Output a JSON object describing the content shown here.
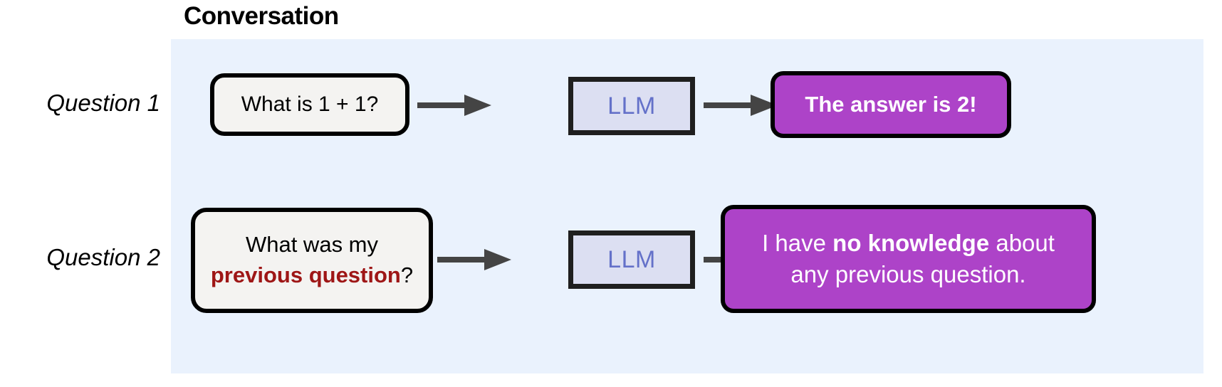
{
  "figure": {
    "title": "Conversation",
    "panel_color": "#eaf2fd",
    "background_color": "#ffffff"
  },
  "colors": {
    "panel": "#eaf2fd",
    "question_bubble": "#f4f3f1",
    "answer_bubble": "#ad43c8",
    "llm_box_fill": "#dcdff2",
    "llm_box_text": "#6471c9",
    "highlight_red": "#9e1616",
    "arrow": "#444444",
    "border": "#000000"
  },
  "rows": [
    {
      "label": "Question 1",
      "question": {
        "text": "What is 1 + 1?"
      },
      "model": {
        "label": "LLM"
      },
      "answer": {
        "text": "The answer is 2!",
        "bold": true
      },
      "arrows": [
        {
          "name": "question-to-llm",
          "direction": "right"
        },
        {
          "name": "llm-to-answer",
          "direction": "right"
        }
      ]
    },
    {
      "label": "Question 2",
      "question": {
        "line1": "What was my",
        "line2_highlight": "previous question",
        "line2_suffix": "?"
      },
      "model": {
        "label": "LLM"
      },
      "answer": {
        "line1_prefix": "I have ",
        "line1_highlight": "no knowledge",
        "line1_suffix": " about",
        "line2": "any previous question."
      },
      "arrows": [
        {
          "name": "question-to-llm",
          "direction": "right"
        },
        {
          "name": "llm-to-answer",
          "direction": "right"
        }
      ]
    }
  ]
}
